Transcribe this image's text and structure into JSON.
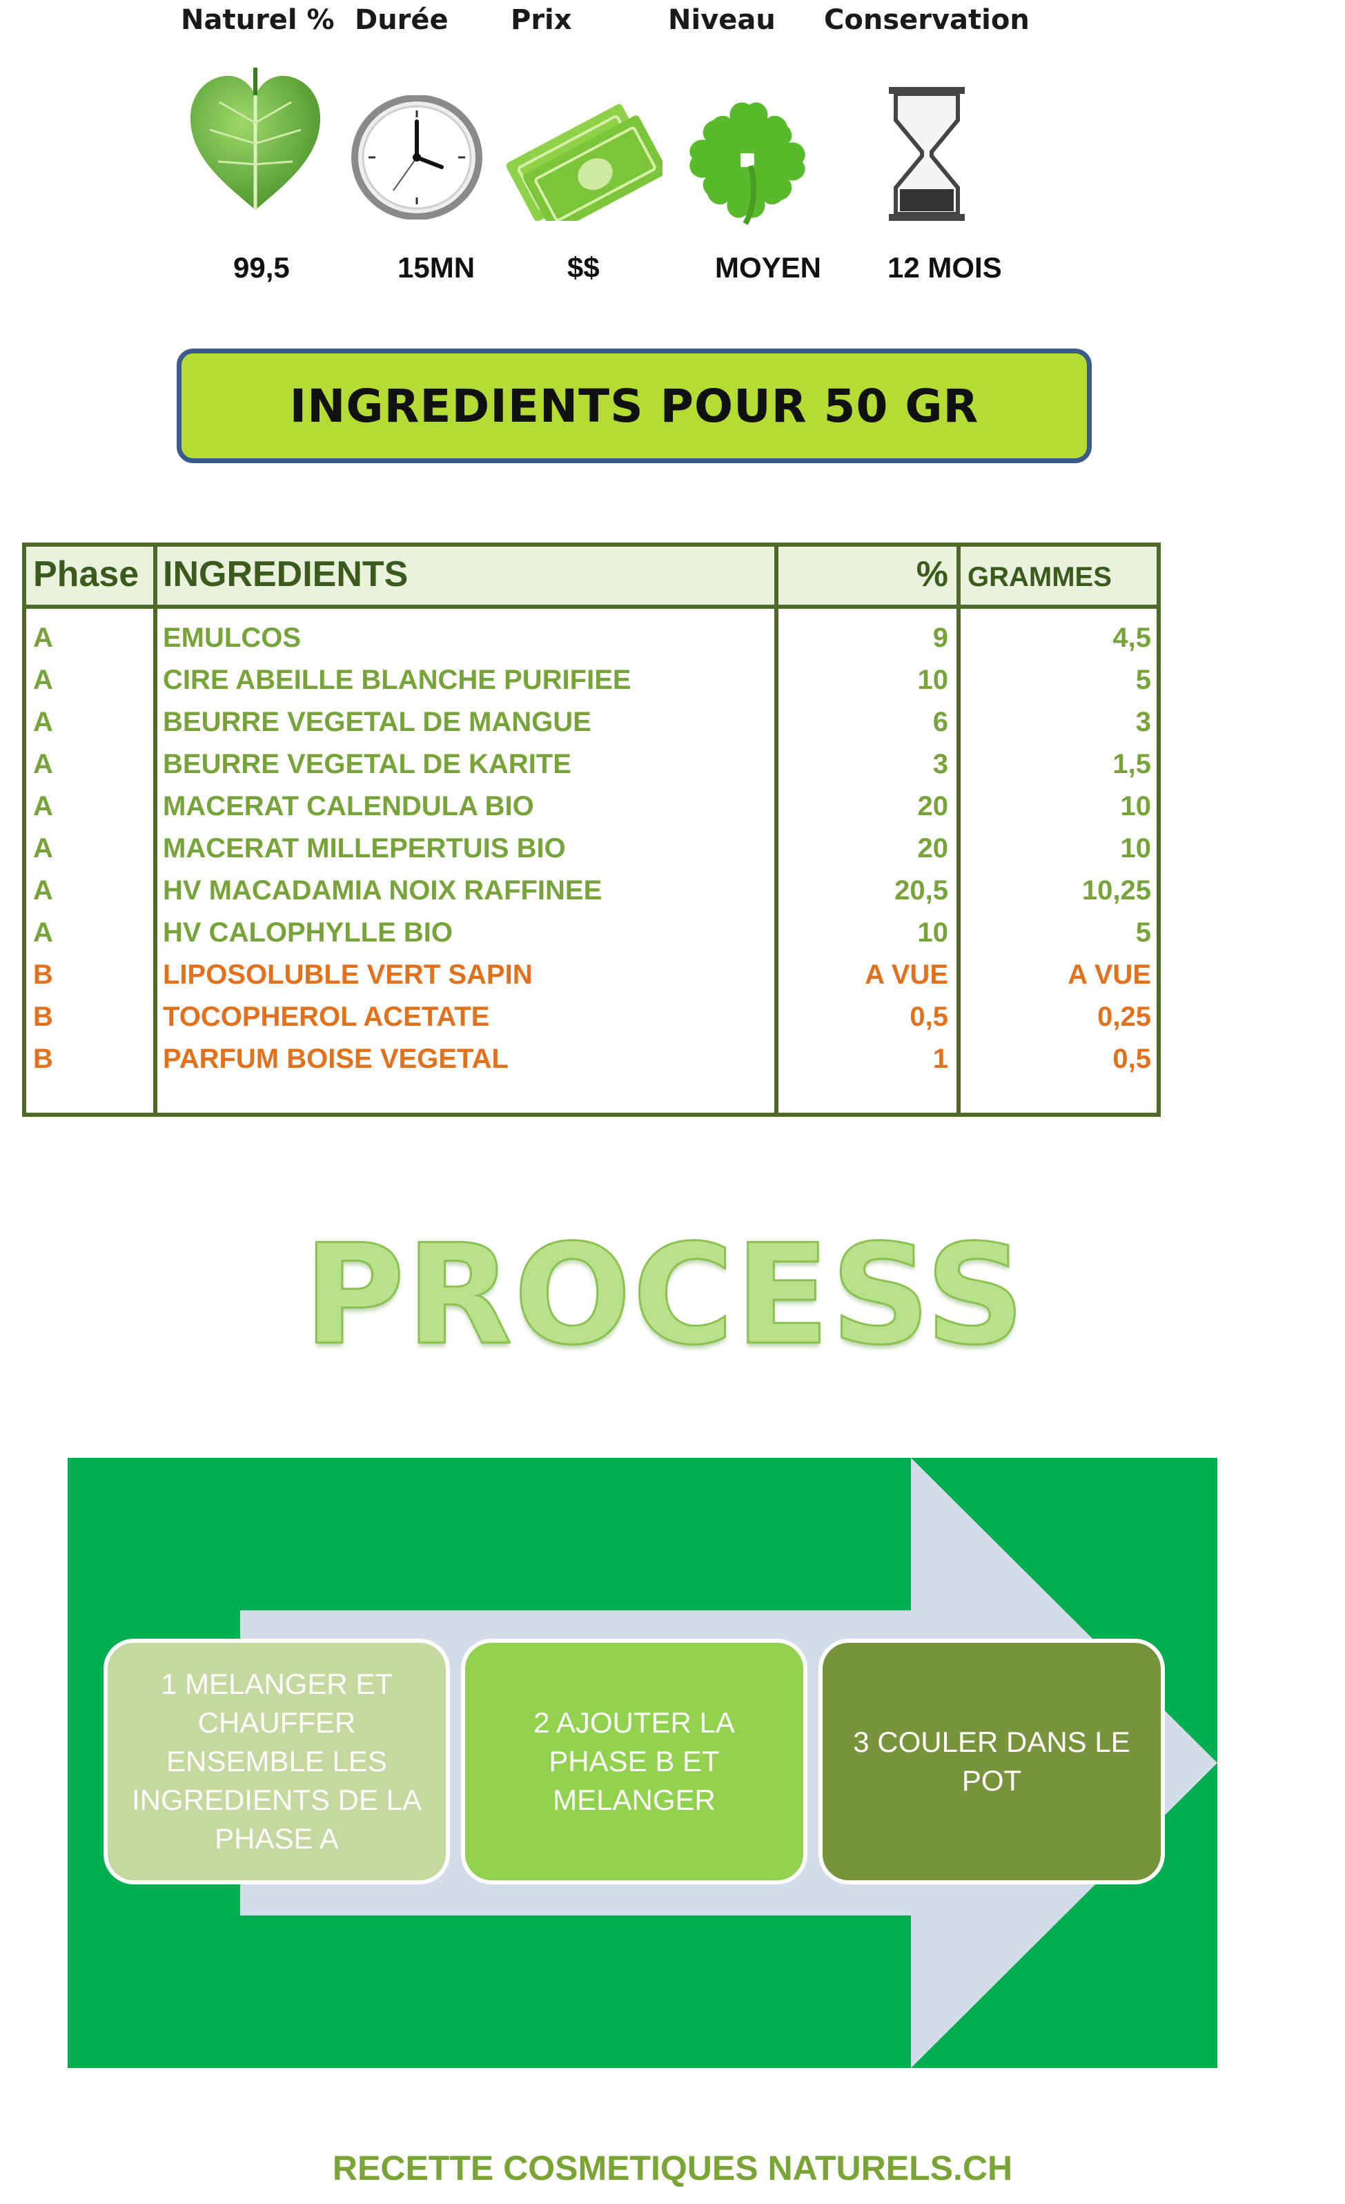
{
  "stats": {
    "headers": [
      "Naturel %",
      "Durée",
      "Prix",
      "Niveau",
      "Conservation"
    ],
    "icons": [
      "leaf-heart-icon",
      "clock-icon",
      "banknotes-icon",
      "four-leaf-clover-icon",
      "hourglass-icon"
    ],
    "values": [
      "99,5",
      "15MN",
      "$$",
      "MOYEN",
      "12 MOIS"
    ]
  },
  "banner": {
    "title": "INGREDIENTS POUR 50 GR"
  },
  "table": {
    "headers": {
      "phase": "Phase",
      "ingredient": "INGREDIENTS",
      "percent": "%",
      "grams": "GRAMMES"
    },
    "rows": [
      {
        "phase": "A",
        "ingredient": "EMULCOS",
        "percent": "9",
        "grams": "4,5"
      },
      {
        "phase": "A",
        "ingredient": "CIRE ABEILLE BLANCHE PURIFIEE",
        "percent": "10",
        "grams": "5"
      },
      {
        "phase": "A",
        "ingredient": "BEURRE VEGETAL DE MANGUE",
        "percent": "6",
        "grams": "3"
      },
      {
        "phase": "A",
        "ingredient": "BEURRE VEGETAL DE KARITE",
        "percent": "3",
        "grams": "1,5"
      },
      {
        "phase": "A",
        "ingredient": "MACERAT CALENDULA BIO",
        "percent": "20",
        "grams": "10"
      },
      {
        "phase": "A",
        "ingredient": "MACERAT MILLEPERTUIS BIO",
        "percent": "20",
        "grams": "10"
      },
      {
        "phase": "A",
        "ingredient": "HV MACADAMIA NOIX RAFFINEE",
        "percent": "20,5",
        "grams": "10,25"
      },
      {
        "phase": "A",
        "ingredient": "HV CALOPHYLLE BIO",
        "percent": "10",
        "grams": "5"
      },
      {
        "phase": "B",
        "ingredient": "LIPOSOLUBLE VERT SAPIN",
        "percent": "A VUE",
        "grams": "A VUE"
      },
      {
        "phase": "B",
        "ingredient": "TOCOPHEROL ACETATE",
        "percent": "0,5",
        "grams": "0,25"
      },
      {
        "phase": "B",
        "ingredient": "PARFUM BOISE VEGETAL",
        "percent": "1",
        "grams": "0,5"
      }
    ]
  },
  "process": {
    "title": "PROCESS",
    "steps": [
      "1 MELANGER ET CHAUFFER ENSEMBLE LES INGREDIENTS DE LA PHASE A",
      "2 AJOUTER LA PHASE B ET MELANGER",
      "3 COULER DANS LE POT"
    ]
  },
  "footer": {
    "text": "RECETTE COSMETIQUES NATURELS.CH"
  },
  "colors": {
    "phase_a": "#77a33a",
    "phase_b": "#e2711d",
    "banner": "#b5dc34",
    "process_bg": "#00ae4f",
    "arrow": "#d3dce9",
    "step1": "#c4d89f",
    "step2": "#92d050",
    "step3": "#77933c"
  }
}
